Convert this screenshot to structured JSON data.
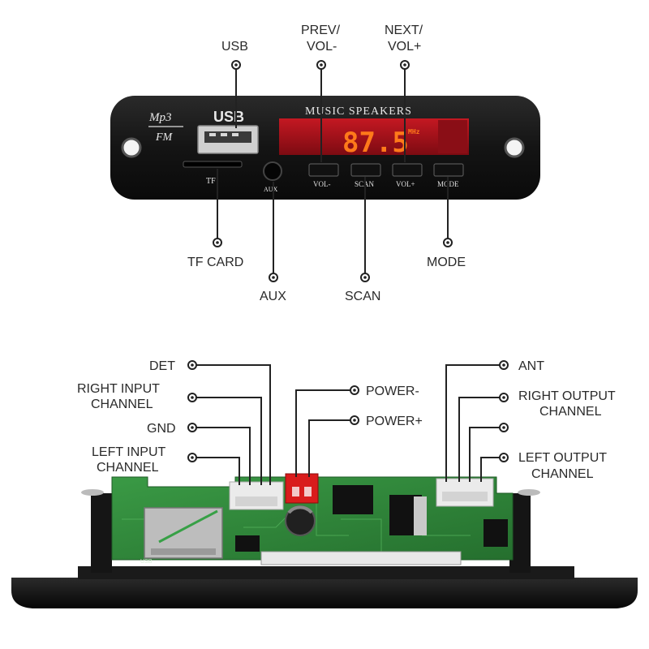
{
  "panel": {
    "brand_line1": "Mp3",
    "brand_line2": "FM",
    "usb_label": "USB",
    "tf_label": "TF",
    "aux_label": "AUX",
    "title": "MUSIC SPEAKERS",
    "display_value": "87.5",
    "display_unit": "MHz",
    "buttons": [
      {
        "label": "VOL-"
      },
      {
        "label": "SCAN"
      },
      {
        "label": "VOL+"
      },
      {
        "label": "MODE"
      }
    ]
  },
  "callouts_top": {
    "usb": "USB",
    "prev_line1": "PREV/",
    "prev_line2": "VOL-",
    "next_line1": "NEXT/",
    "next_line2": "VOL+",
    "tf_card": "TF CARD",
    "aux": "AUX",
    "scan": "SCAN",
    "mode": "MODE"
  },
  "callouts_bottom": {
    "det": "DET",
    "right_input_line1": "RIGHT INPUT",
    "right_input_line2": "CHANNEL",
    "gnd": "GND",
    "left_input_line1": "LEFT INPUT",
    "left_input_line2": "CHANNEL",
    "power_minus": "POWER-",
    "power_plus": "POWER+",
    "ant": "ANT",
    "right_output_line1": "RIGHT OUTPUT",
    "right_output_line2": "CHANNEL",
    "left_output_line1": "LEFT OUTPUT",
    "left_output_line2": "CHANNEL"
  },
  "pcb": {
    "silk_usb": "USB"
  },
  "colors": {
    "panel": "#151515",
    "pcb_green": "#2f8a3a",
    "display_red": "#a0101a",
    "segment": "#ff7a1a",
    "connector_white": "#e9e9e9",
    "connector_red": "#d91c1c"
  }
}
